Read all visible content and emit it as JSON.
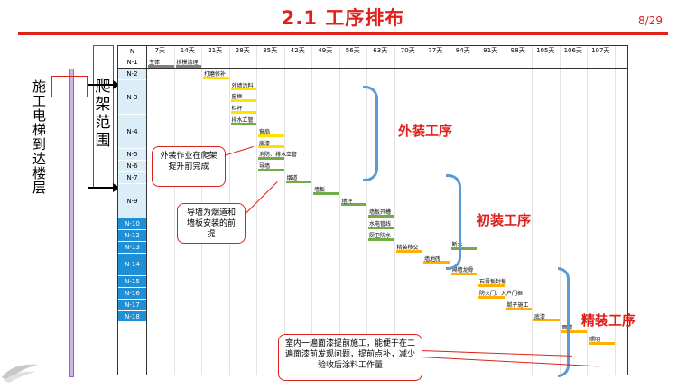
{
  "page": {
    "title": "2.1  工序排布",
    "page_number": "8/29"
  },
  "side": {
    "elevator": "施工电梯到达楼层",
    "scaffold": "爬架范围"
  },
  "gantt": {
    "header_label": "N",
    "days": [
      "7天",
      "14天",
      "21天",
      "28天",
      "35天",
      "42天",
      "49天",
      "56天",
      "63天",
      "70天",
      "77天",
      "84天",
      "91天",
      "98天",
      "105天",
      "106天",
      "107天"
    ],
    "rows": [
      {
        "label": "N-1",
        "span": 1,
        "fill": "white",
        "color": "#000"
      },
      {
        "label": "N-2",
        "span": 1,
        "fill": "#dbeef8",
        "color": "#000"
      },
      {
        "label": "N-3",
        "span": 3,
        "fill": "#dbeef8",
        "color": "#000"
      },
      {
        "label": "N-4",
        "span": 3,
        "fill": "#dbeef8",
        "color": "#000"
      },
      {
        "label": "N-5",
        "span": 1,
        "fill": "#dbeef8",
        "color": "#000"
      },
      {
        "label": "N-6",
        "span": 1,
        "fill": "#dbeef8",
        "color": "#000"
      },
      {
        "label": "N-7",
        "span": 1,
        "fill": "#dbeef8",
        "color": "#000"
      },
      {
        "label": "N-9",
        "span": 3,
        "fill": "#dbeef8",
        "color": "#000"
      },
      {
        "label": "N-10",
        "span": 1,
        "fill": "#1f8fd6",
        "color": "#fff"
      },
      {
        "label": "N-12",
        "span": 1,
        "fill": "#1f8fd6",
        "color": "#fff"
      },
      {
        "label": "N-13",
        "span": 1,
        "fill": "#1f8fd6",
        "color": "#fff"
      },
      {
        "label": "N-14",
        "span": 2,
        "fill": "#1f8fd6",
        "color": "#fff"
      },
      {
        "label": "N-15",
        "span": 1,
        "fill": "#1f8fd6",
        "color": "#fff"
      },
      {
        "label": "N-16",
        "span": 1,
        "fill": "#1f8fd6",
        "color": "#fff"
      },
      {
        "label": "N-17",
        "span": 1,
        "fill": "#1f8fd6",
        "color": "#fff"
      },
      {
        "label": "N-18",
        "span": 1,
        "fill": "#1f8fd6",
        "color": "#fff"
      }
    ],
    "tasks": [
      {
        "name": "主体",
        "start": 0,
        "dur": 1,
        "sub": 0,
        "color": "#808080"
      },
      {
        "name": "拆模清理",
        "start": 1,
        "dur": 1,
        "sub": 0,
        "color": "#808080"
      },
      {
        "name": "打磨修补",
        "start": 2,
        "dur": 1,
        "sub": 1,
        "color": "#ffe100"
      },
      {
        "name": "外墙涂料",
        "start": 3,
        "dur": 1,
        "sub": 2,
        "color": "#ffe100"
      },
      {
        "name": "窗框",
        "start": 3,
        "dur": 1,
        "sub": 3,
        "color": "#ffe100"
      },
      {
        "name": "栏杆",
        "start": 3,
        "dur": 1,
        "sub": 4,
        "color": "#ffe100"
      },
      {
        "name": "排水立管",
        "start": 3,
        "dur": 1,
        "sub": 5,
        "color": "#70ad47"
      },
      {
        "name": "窗扇",
        "start": 4,
        "dur": 1,
        "sub": 6,
        "color": "#ffe100"
      },
      {
        "name": "底漆",
        "start": 4,
        "dur": 1,
        "sub": 7,
        "color": "#ffe100"
      },
      {
        "name": "消防、排水立管",
        "start": 4,
        "dur": 1,
        "sub": 8,
        "color": "#70ad47"
      },
      {
        "name": "导墙",
        "start": 4,
        "dur": 1,
        "sub": 9,
        "color": "#70ad47"
      },
      {
        "name": "烟道",
        "start": 5,
        "dur": 1,
        "sub": 10,
        "color": "#70ad47"
      },
      {
        "name": "墙板",
        "start": 6,
        "dur": 1,
        "sub": 11,
        "color": "#70ad47"
      },
      {
        "name": "地坪",
        "start": 7,
        "dur": 1,
        "sub": 12,
        "color": "#70ad47"
      },
      {
        "name": "墙板开槽",
        "start": 8,
        "dur": 1,
        "sub": 13,
        "color": "#70ad47"
      },
      {
        "name": "水电管线",
        "start": 8,
        "dur": 1,
        "sub": 14,
        "color": "#70ad47"
      },
      {
        "name": "厨卫防水",
        "start": 8,
        "dur": 1,
        "sub": 15,
        "color": "#70ad47"
      },
      {
        "name": "断水",
        "start": 11,
        "dur": 1,
        "sub": 15.8,
        "color": "#70ad47"
      },
      {
        "name": "精装移交",
        "start": 9,
        "dur": 1,
        "sub": 16,
        "color": "#ffb000"
      },
      {
        "name": "墙地砖",
        "start": 10,
        "dur": 1,
        "sub": 17,
        "color": "#ffb000"
      },
      {
        "name": "隔墙龙骨",
        "start": 11,
        "dur": 1,
        "sub": 18,
        "color": "#ffb000"
      },
      {
        "name": "石膏板封板",
        "start": 12,
        "dur": 1,
        "sub": 19,
        "color": "#ffb000"
      },
      {
        "name": "防火门、入户门框",
        "start": 12,
        "dur": 1,
        "sub": 20,
        "color": "#ffb000"
      },
      {
        "name": "腻子施工",
        "start": 13,
        "dur": 1,
        "sub": 21,
        "color": "#ffb000"
      },
      {
        "name": "底漆",
        "start": 14,
        "dur": 1,
        "sub": 22,
        "color": "#ffb000"
      },
      {
        "name": "面漆",
        "start": 15,
        "dur": 1,
        "sub": 23,
        "color": "#ffb000"
      },
      {
        "name": "照明",
        "start": 16,
        "dur": 1,
        "sub": 24,
        "color": "#ffb000"
      }
    ]
  },
  "phases": {
    "exterior": "外装工序",
    "rough": "初装工序",
    "fine": "精装工序"
  },
  "callouts": {
    "c1": "外装作业在爬架提升前完成",
    "c2": "导墙为烟道和墙板安装的前提",
    "c3": "室内一遍面漆提前施工，能便于在二遍面漆前发现问题，提前点补，减少验收后涂料工作量"
  },
  "colors": {
    "accent": "#e0201a",
    "brace": "#5b9bd5"
  }
}
